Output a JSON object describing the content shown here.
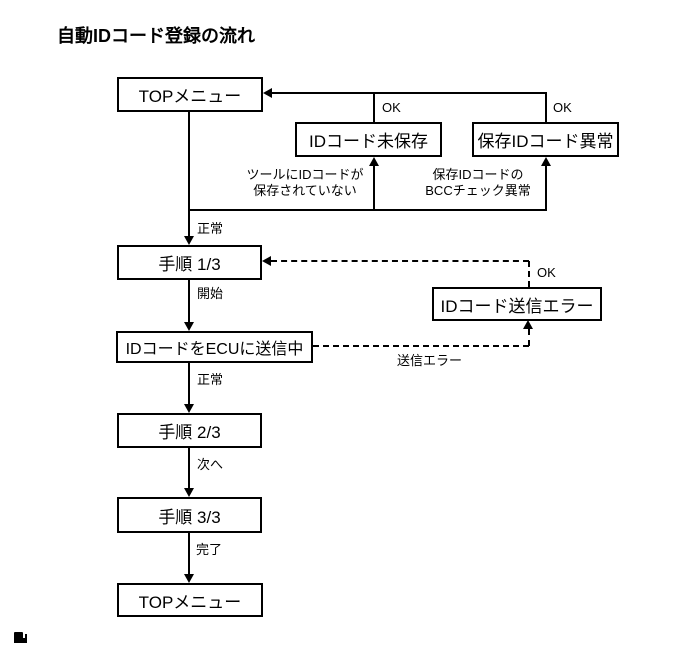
{
  "title": "自動IDコード登録の流れ",
  "nodes": {
    "top_menu_start": {
      "label": "TOPメニュー"
    },
    "id_code_unsaved": {
      "label": "IDコード未保存"
    },
    "saved_id_code_error": {
      "label": "保存IDコード異常"
    },
    "step_1": {
      "label": "手順 1/3"
    },
    "id_code_send_error": {
      "label": "IDコード送信エラー"
    },
    "sending_to_ecu": {
      "label": "IDコードをECUに送信中"
    },
    "step_2": {
      "label": "手順 2/3"
    },
    "step_3": {
      "label": "手順 3/3"
    },
    "top_menu_end": {
      "label": "TOPメニュー"
    }
  },
  "edge_labels": {
    "ok_unsaved": "OK",
    "ok_saved_error": "OK",
    "ok_send_error": "OK",
    "normal_after_top": "正常",
    "start": "開始",
    "normal_after_send": "正常",
    "next": "次へ",
    "done": "完了",
    "send_error": "送信エラー",
    "unsaved_reason_line1": "ツールにIDコードが",
    "unsaved_reason_line2": "保存されていない",
    "saved_error_reason_line1": "保存IDコードの",
    "saved_error_reason_line2": "BCCチェック異常"
  },
  "icons": {
    "corner_logo": "corner-logo-icon"
  },
  "colors": {
    "line": "#000000",
    "text": "#000000",
    "background": "#ffffff"
  }
}
